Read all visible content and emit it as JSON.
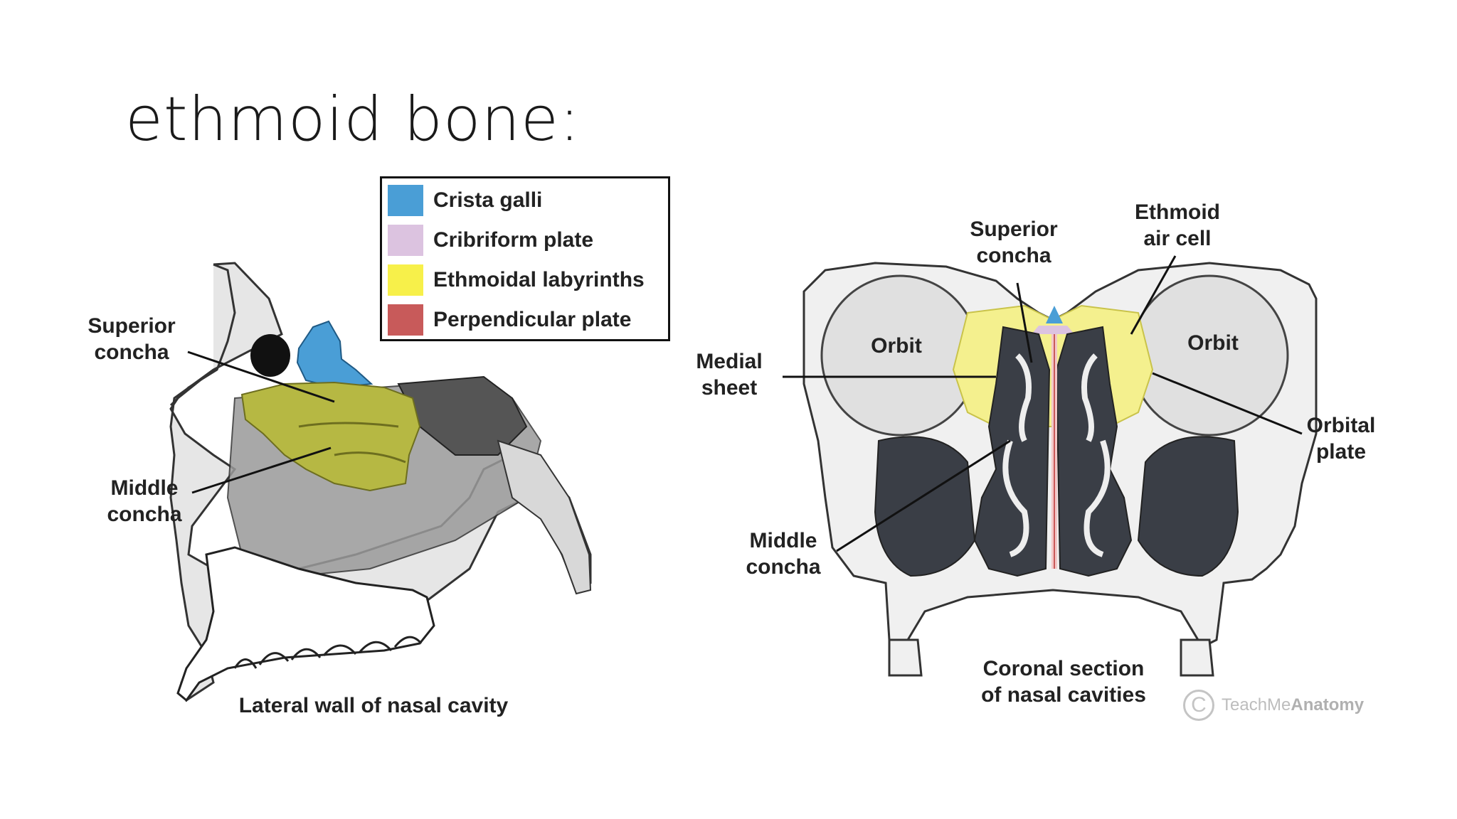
{
  "slide": {
    "title": "ethmoid bone:"
  },
  "legend": {
    "items": [
      {
        "label": "Crista galli",
        "color": "#4a9ed6"
      },
      {
        "label": "Cribriform plate",
        "color": "#dcc3e0"
      },
      {
        "label": "Ethmoidal labyrinths",
        "color": "#f7f04a"
      },
      {
        "label": "Perpendicular plate",
        "color": "#c85a5a"
      }
    ]
  },
  "left_diagram": {
    "labels": {
      "superior_concha": "Superior\nconcha",
      "middle_concha": "Middle\nconcha"
    },
    "caption": "Lateral wall of nasal cavity"
  },
  "right_diagram": {
    "labels": {
      "superior_concha": "Superior\nconcha",
      "ethmoid_air_cell": "Ethmoid\nair cell",
      "orbit_left": "Orbit",
      "orbit_right": "Orbit",
      "medial_sheet": "Medial\nsheet",
      "orbital_plate": "Orbital\nplate",
      "middle_concha": "Middle\nconcha"
    },
    "caption": "Coronal section\nof nasal cavities"
  },
  "watermark": {
    "symbol": "C",
    "text_light": "TeachMe",
    "text_bold": "Anatomy"
  }
}
